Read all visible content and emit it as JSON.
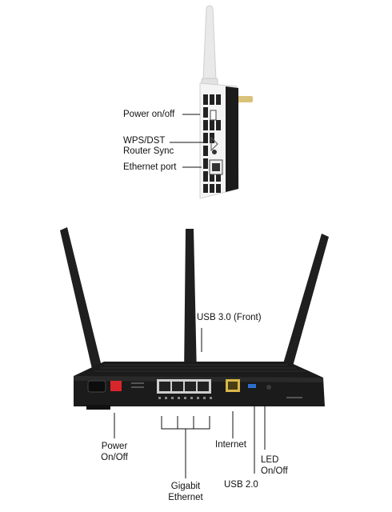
{
  "extender": {
    "labels": {
      "power": "Power on/off",
      "wps_line1": "WPS/DST",
      "wps_line2": "Router Sync",
      "ethernet": "Ethernet port"
    }
  },
  "router": {
    "labels": {
      "usb3": "USB 3.0 (Front)",
      "power_line1": "Power",
      "power_line2": "On/Off",
      "internet": "Internet",
      "led_line1": "LED",
      "led_line2": "On/Off",
      "gigabit_line1": "Gigabit",
      "gigabit_line2": "Ethernet",
      "usb2": "USB 2.0"
    }
  },
  "colors": {
    "device_black": "#1b1b1b",
    "device_white": "#f4f4f4",
    "power_switch": "#d8262a",
    "internet_port": "#d9b84a",
    "usb3_port": "#2c6fd0"
  }
}
